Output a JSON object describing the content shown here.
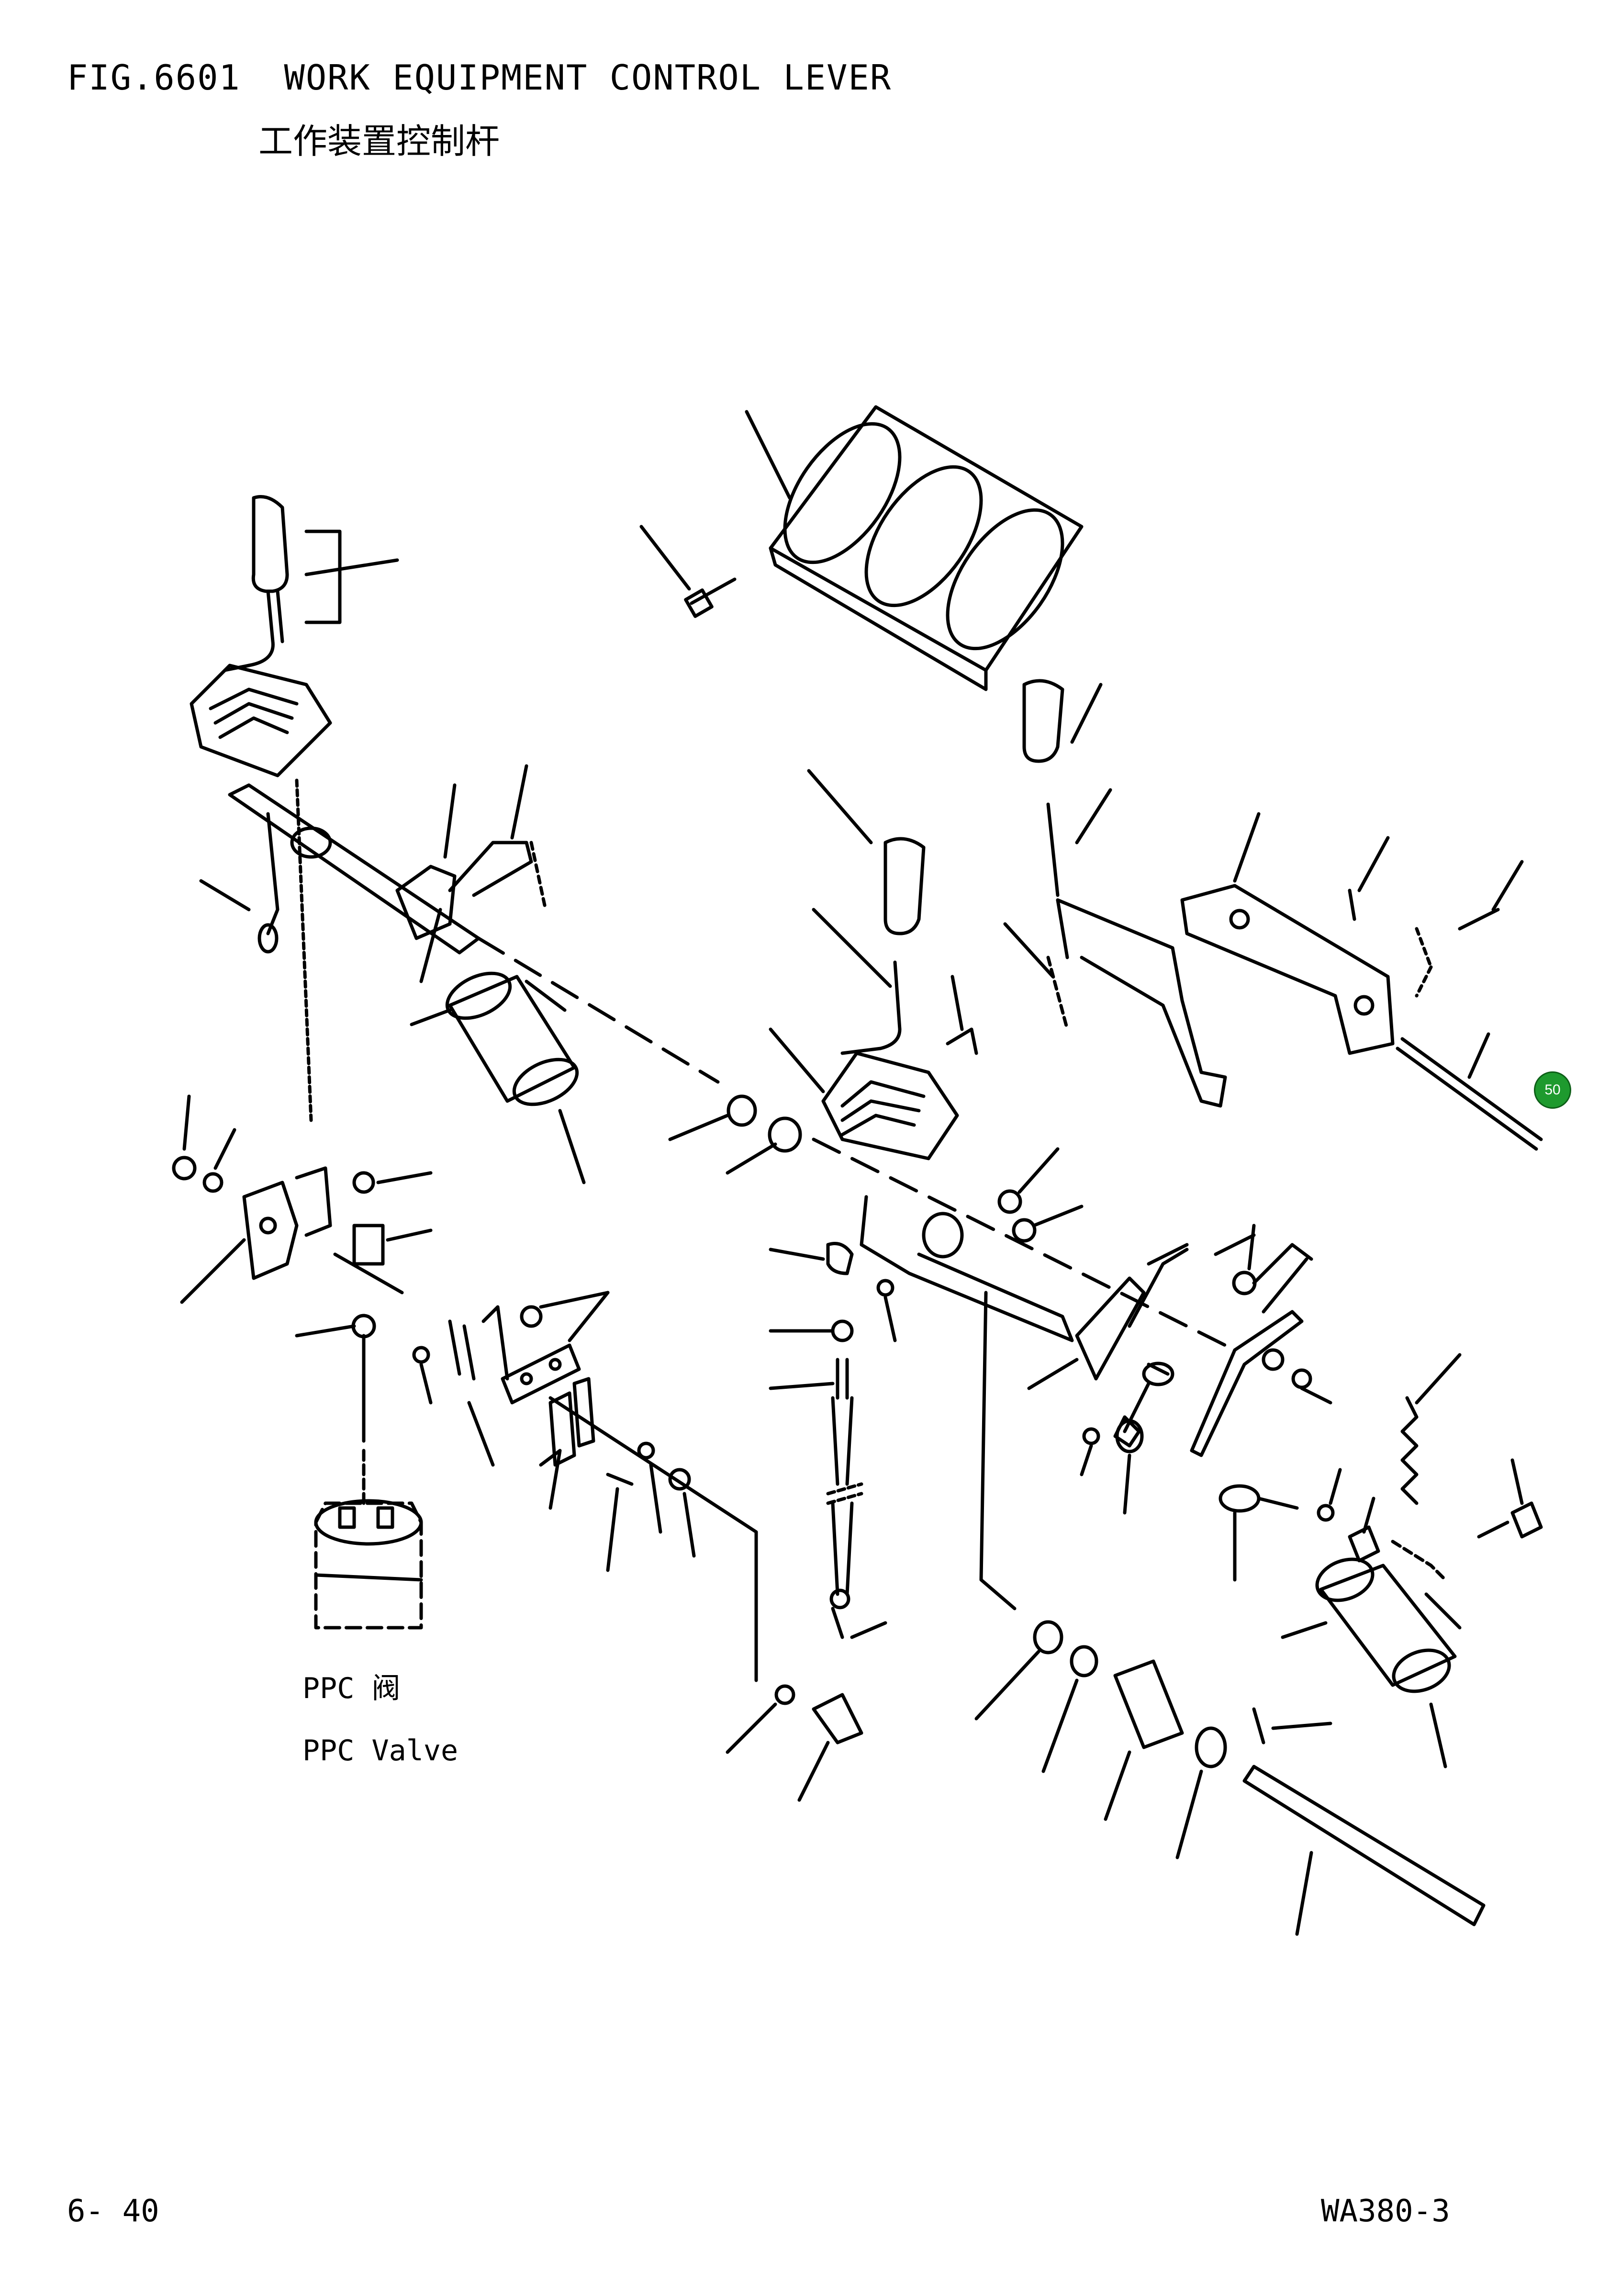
{
  "header": {
    "figure_title": "FIG.6601  WORK EQUIPMENT CONTROL LEVER",
    "figure_title_cn": "工作装置控制杆"
  },
  "labels": {
    "ppc_cn": "PPC 阀",
    "ppc_en": "PPC Valve"
  },
  "footer": {
    "page_number": "6- 40",
    "model": "WA380-3"
  },
  "marker": {
    "label": "50",
    "color": "#1e9a2e"
  }
}
